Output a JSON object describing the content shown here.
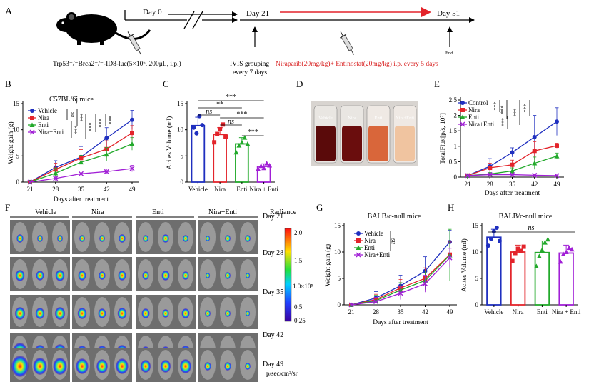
{
  "panel_a": {
    "letter": "A",
    "day0": "Day 0",
    "day21": "Day 21",
    "day51": "Day 51",
    "end": "End",
    "injection_text": "Trp53⁻/⁻Brca2⁻/⁻-ID8-luc(5×10⁶, 200μL, i.p.)",
    "ivis_line1": "IVIS grouping",
    "ivis_line2": "every 7 days",
    "treatment_text": "Niraparib(20mg/kg)+ Entinostat(20mg/kg) i.p. every 5 days"
  },
  "colors": {
    "vehicle": "#1f2fbf",
    "nira": "#e3242b",
    "enti": "#22a92b",
    "combo": "#a11fd6",
    "red_arrow": "#e3242b",
    "text_red": "#d81e1e"
  },
  "panel_f": {
    "letter": "F",
    "groups": [
      "Vehicle",
      "Nira",
      "Enti",
      "Nira+Enti"
    ],
    "days": [
      "Day 21",
      "Day 28",
      "Day 35",
      "Day 42",
      "Day 49"
    ],
    "colorbar_title": "Radiance",
    "colorbar_ticks": [
      "2.0",
      "1.5",
      "1.0×10⁵",
      "0.5",
      "0.25"
    ],
    "colorbar_unit": "p/sec/cm²/sr"
  },
  "panel_d": {
    "letter": "D",
    "labels": [
      "Vehicle",
      "Nira",
      "Enti",
      "Nira+Enti"
    ]
  },
  "chart_data": [
    {
      "id": "B",
      "letter": "B",
      "type": "line",
      "title": "C57BL/6j mice",
      "xlabel": "Days after treatment",
      "ylabel": "Weight gain (g)",
      "x": [
        21,
        28,
        35,
        42,
        49
      ],
      "ylim": [
        0,
        15
      ],
      "yticks": [
        0,
        5,
        10,
        15
      ],
      "legend": "top-left",
      "series": [
        {
          "name": "Vehicle",
          "color": "#1f2fbf",
          "marker": "circle",
          "values": [
            0,
            2.8,
            4.8,
            8.4,
            11.9
          ],
          "err": [
            0.3,
            1.3,
            2.0,
            2.0,
            1.8
          ]
        },
        {
          "name": "Nira",
          "color": "#e3242b",
          "marker": "square",
          "values": [
            0,
            2.4,
            4.6,
            6.3,
            9.4
          ],
          "err": [
            0.3,
            1.2,
            1.6,
            1.6,
            1.4
          ]
        },
        {
          "name": "Enti",
          "color": "#22a92b",
          "marker": "triangle",
          "values": [
            0,
            1.7,
            3.8,
            5.3,
            7.3
          ],
          "err": [
            0.3,
            1.0,
            1.3,
            1.3,
            1.2
          ]
        },
        {
          "name": "Nira+Enti",
          "color": "#a11fd6",
          "marker": "cross",
          "values": [
            0,
            0.7,
            1.6,
            2.0,
            2.6
          ],
          "err": [
            0.2,
            0.4,
            0.5,
            0.5,
            0.6
          ]
        }
      ],
      "annotations": [
        "ns",
        "***",
        "***",
        "***",
        "***",
        "***"
      ]
    },
    {
      "id": "C",
      "letter": "C",
      "type": "bar",
      "title": "",
      "xlabel": "",
      "ylabel": "Acites Volume (ml)",
      "categories": [
        "Vehicle",
        "Nira",
        "Enti",
        "Nira + Enti"
      ],
      "values": [
        10.8,
        9.1,
        7.3,
        3.0
      ],
      "err": [
        1.6,
        1.3,
        1.2,
        0.5
      ],
      "points": [
        [
          10.4,
          9.3,
          12.6,
          10.9
        ],
        [
          7.6,
          9.2,
          10.1,
          11.0,
          8.7
        ],
        [
          5.7,
          7.0,
          7.6,
          8.5,
          7.3
        ],
        [
          2.5,
          3.1,
          2.7,
          3.6,
          3.2
        ]
      ],
      "ylim": [
        0,
        15
      ],
      "yticks": [
        0,
        5,
        10,
        15
      ],
      "colors": [
        "#1f2fbf",
        "#e3242b",
        "#22a92b",
        "#a11fd6"
      ],
      "annotations": [
        "***",
        "**",
        "ns",
        "***",
        "ns",
        "***"
      ]
    },
    {
      "id": "E",
      "letter": "E",
      "type": "line",
      "title": "",
      "xlabel": "Days after treatment",
      "ylabel": "TotalFlux[p/s, 10⁷]",
      "x": [
        21,
        28,
        35,
        42,
        49
      ],
      "ylim": [
        0,
        2.5
      ],
      "yticks": [
        0,
        0.5,
        1.0,
        1.5,
        2.0,
        2.5
      ],
      "legend": "top-left",
      "series": [
        {
          "name": "Control",
          "color": "#1f2fbf",
          "marker": "circle",
          "values": [
            0.05,
            0.35,
            0.8,
            1.3,
            1.8
          ],
          "err": [
            0.02,
            0.25,
            0.15,
            0.7,
            0.45
          ]
        },
        {
          "name": "Nira",
          "color": "#e3242b",
          "marker": "square",
          "values": [
            0.05,
            0.3,
            0.4,
            0.85,
            1.02
          ],
          "err": [
            0.02,
            0.15,
            0.15,
            0.3,
            0.08
          ]
        },
        {
          "name": "Enti",
          "color": "#22a92b",
          "marker": "triangle",
          "values": [
            0.05,
            0.1,
            0.2,
            0.45,
            0.68
          ],
          "err": [
            0.02,
            0.05,
            0.1,
            0.2,
            0.1
          ]
        },
        {
          "name": "Nira+Enti",
          "color": "#a11fd6",
          "marker": "cross",
          "values": [
            0.05,
            0.08,
            0.08,
            0.06,
            0.05
          ],
          "err": [
            0.02,
            0.03,
            0.03,
            0.02,
            0.02
          ]
        }
      ],
      "annotations": [
        "***",
        "***",
        "***",
        "***",
        "***"
      ]
    },
    {
      "id": "G",
      "letter": "G",
      "type": "line",
      "title": "BALB/c-null mice",
      "xlabel": "Days after treatment",
      "ylabel": "Weight gain (g)",
      "x": [
        21,
        28,
        35,
        42,
        49
      ],
      "ylim": [
        0,
        15
      ],
      "yticks": [
        0,
        5,
        10,
        15
      ],
      "legend": "top-left",
      "series": [
        {
          "name": "Vehicle",
          "color": "#1f2fbf",
          "marker": "circle",
          "values": [
            0,
            1.3,
            3.6,
            6.4,
            11.9
          ],
          "err": [
            0.3,
            1.2,
            2.0,
            2.7,
            2.2
          ]
        },
        {
          "name": "Nira",
          "color": "#e3242b",
          "marker": "square",
          "values": [
            0,
            1.0,
            3.2,
            5.0,
            9.5
          ],
          "err": [
            0.3,
            1.0,
            1.6,
            2.0,
            2.4
          ]
        },
        {
          "name": "Enti",
          "color": "#22a92b",
          "marker": "triangle",
          "values": [
            0,
            0.8,
            2.8,
            4.6,
            9.4
          ],
          "err": [
            0.3,
            1.0,
            1.4,
            1.8,
            4.9
          ]
        },
        {
          "name": "Nira+Enti",
          "color": "#a11fd6",
          "marker": "cross",
          "values": [
            0,
            0.6,
            2.2,
            4.0,
            8.9
          ],
          "err": [
            0.3,
            0.8,
            1.2,
            1.6,
            1.8
          ]
        }
      ],
      "annotations": [
        "ns"
      ]
    },
    {
      "id": "H",
      "letter": "H",
      "type": "bar",
      "title": "BALB/c-null mice",
      "xlabel": "",
      "ylabel": "Acites Volume (ml)",
      "categories": [
        "Vehicle",
        "Nira",
        "Enti",
        "Nira + Enti"
      ],
      "values": [
        12.8,
        10.0,
        9.9,
        9.8
      ],
      "err": [
        1.5,
        1.3,
        2.2,
        1.5
      ],
      "points": [
        [
          11.2,
          12.5,
          13.9,
          14.6,
          12.1
        ],
        [
          8.3,
          9.8,
          10.6,
          10.2,
          11.0
        ],
        [
          7.3,
          9.2,
          10.4,
          11.8,
          12.4
        ],
        [
          8.2,
          9.6,
          10.0,
          10.8,
          10.5
        ]
      ],
      "ylim": [
        0,
        15
      ],
      "yticks": [
        0,
        5,
        10,
        15
      ],
      "colors": [
        "#1f2fbf",
        "#e3242b",
        "#22a92b",
        "#a11fd6"
      ],
      "annotations": [
        "ns"
      ]
    }
  ]
}
